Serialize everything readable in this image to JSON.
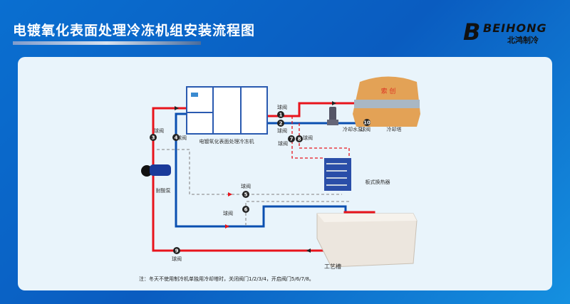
{
  "header": {
    "title": "电镀氧化表面处理冷冻机组安装流程图",
    "logo_text": "BEIHONG",
    "logo_subtitle": "北鸿制冷"
  },
  "diagram": {
    "chiller_label": "电镀氧化表面处理冷冻机",
    "cooling_tower_label": "冷却塔",
    "cooling_tower_brand": "索 创",
    "cooling_pump_label": "冷却水泵",
    "acid_pump_label": "耐酸泵",
    "heat_exchanger_label": "板式换热器",
    "tank_label": "工艺槽",
    "valve_label": "球阀",
    "valves": [
      "1",
      "2",
      "3",
      "4",
      "5",
      "6",
      "7",
      "8",
      "9",
      "10"
    ],
    "note": "注：冬天不使用制冷机单独用冷却塔时，关闭阀门1/2/3/4，开启阀门5/6/7/8。"
  },
  "colors": {
    "hot": "#e8141c",
    "cold": "#0a4fb0",
    "bypass": "#999999"
  }
}
